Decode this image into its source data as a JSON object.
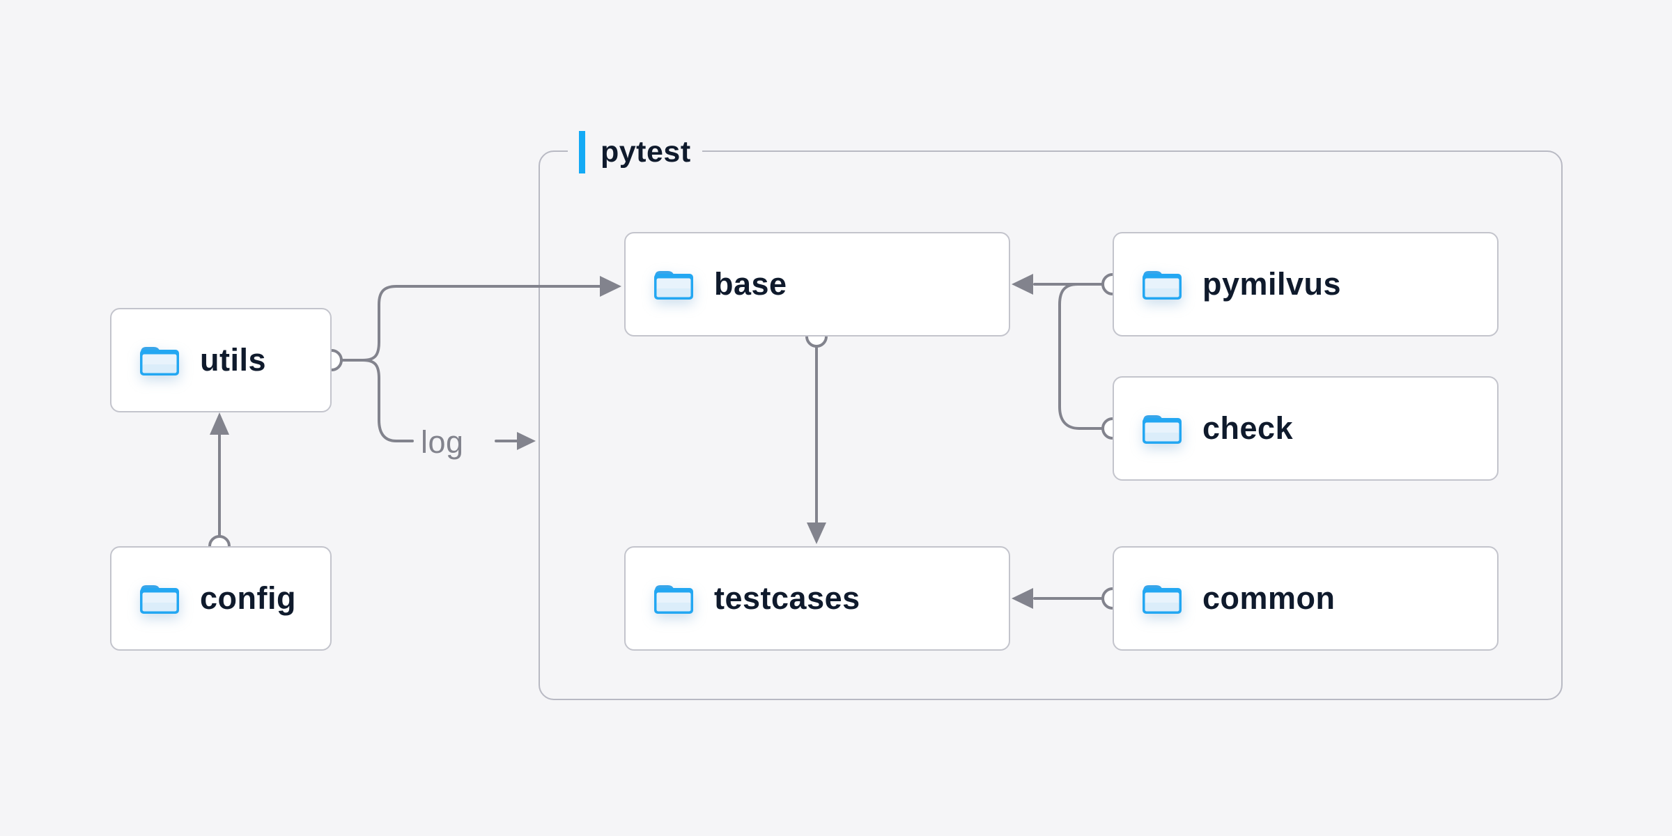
{
  "diagram": {
    "group": {
      "label": "pytest"
    },
    "nodes": {
      "utils": {
        "label": "utils"
      },
      "config": {
        "label": "config"
      },
      "base": {
        "label": "base"
      },
      "pymilvus": {
        "label": "pymilvus"
      },
      "check": {
        "label": "check"
      },
      "testcases": {
        "label": "testcases"
      },
      "common": {
        "label": "common"
      }
    },
    "edge_labels": {
      "log": "log"
    },
    "edges": [
      {
        "from": "config",
        "to": "utils",
        "arrow": true
      },
      {
        "from": "utils",
        "to": "base",
        "arrow": true
      },
      {
        "from": "utils",
        "to": "pytest-group",
        "arrow": true,
        "label": "log"
      },
      {
        "from": "pymilvus",
        "to": "base",
        "arrow": true
      },
      {
        "from": "check",
        "to": "pymilvus-base-line",
        "arrow": false
      },
      {
        "from": "base",
        "to": "testcases",
        "arrow": true
      },
      {
        "from": "common",
        "to": "testcases",
        "arrow": true
      }
    ],
    "colors": {
      "background": "#f5f5f7",
      "node_background": "#ffffff",
      "node_border": "#c3c4cc",
      "group_border": "#b8b9c3",
      "connector": "#82838d",
      "text": "#0f1a2c",
      "accent_blue": "#14aaf5",
      "folder_blue": "#23a7f2",
      "folder_fill": "#e8f3fc"
    }
  }
}
